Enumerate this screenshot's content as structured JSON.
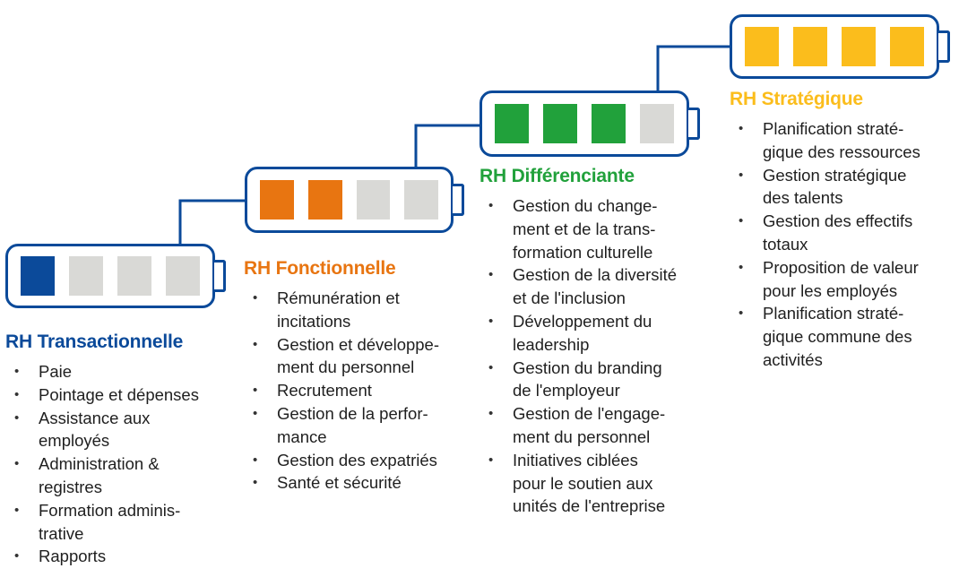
{
  "colors": {
    "outline": "#0b4a9a",
    "empty_cell": "#d9d9d6"
  },
  "stages": [
    {
      "title": "RH Transactionnelle",
      "color": "#0b4a9a",
      "filled": 1,
      "total": 4,
      "items": [
        "Paie",
        "Pointage et dépenses",
        "Assistance aux\nemployés",
        "Administration &\nregistres",
        "Formation adminis-\ntrative",
        "Rapports"
      ]
    },
    {
      "title": "RH Fonctionnelle",
      "color": "#e87511",
      "filled": 2,
      "total": 4,
      "items": [
        "Rémunération et\nincitations",
        "Gestion et développe-\nment du personnel",
        "Recrutement",
        "Gestion de la perfor-\nmance",
        "Gestion des expatriés",
        "Santé et sécurité"
      ]
    },
    {
      "title": "RH Différenciante",
      "color": "#21a13b",
      "filled": 3,
      "total": 4,
      "items": [
        "Gestion du change-\nment et de la trans-\nformation culturelle",
        "Gestion de la diversité\net de l'inclusion",
        "Développement du\nleadership",
        "Gestion du branding\nde l'employeur",
        "Gestion de l'engage-\nment du personnel",
        "Initiatives ciblées\npour le soutien aux\nunités de l'entreprise"
      ]
    },
    {
      "title": "RH Stratégique",
      "color": "#fbbd1c",
      "filled": 4,
      "total": 4,
      "items": [
        "Planification straté-\ngique des ressources",
        "Gestion stratégique\ndes talents",
        "Gestion des effectifs\ntotaux",
        "Proposition de valeur\npour les employés",
        "Planification straté-\ngique commune des\nactivités"
      ]
    }
  ]
}
